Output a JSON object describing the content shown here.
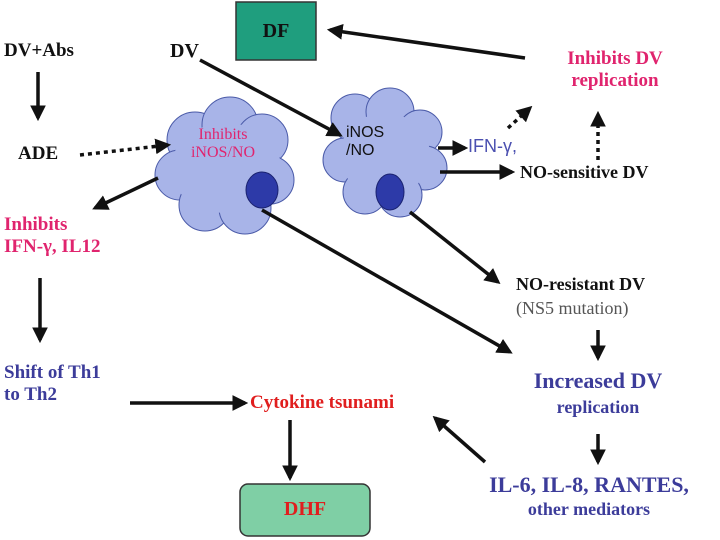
{
  "nodes": {
    "df": "DF",
    "dhf": "DHF",
    "dv_abs": "DV+Abs",
    "dv": "DV",
    "ade": "ADE",
    "cloud_left": [
      "Inhibits",
      "iNOS/NO"
    ],
    "cloud_right": [
      "iNOS",
      "/NO"
    ],
    "inhibits_dv_replication": [
      "Inhibits DV",
      "replication"
    ],
    "ifn_gamma": "IFN-γ,",
    "no_sensitive": "NO-sensitive DV",
    "inhibits_ifn": [
      "Inhibits",
      "IFN-γ, IL12"
    ],
    "no_resistant": "NO-resistant DV",
    "ns5_mutation": "(NS5 mutation)",
    "shift_th": [
      "Shift of Th1",
      "to Th2"
    ],
    "increased_dv": [
      "Increased DV",
      "replication"
    ],
    "cytokine_tsunami": "Cytokine tsunami",
    "mediators": [
      "IL-6, IL-8, RANTES,",
      "other mediators"
    ]
  },
  "colors": {
    "df_box": "#1f9e7e",
    "dhf_box": "#7fcfa5",
    "cloud_fill": "#a8b4e8",
    "cloud_dot": "#2d3aa8",
    "pink": "#e0246e",
    "blue": "#3c3c9a",
    "red": "#e01e1e"
  }
}
